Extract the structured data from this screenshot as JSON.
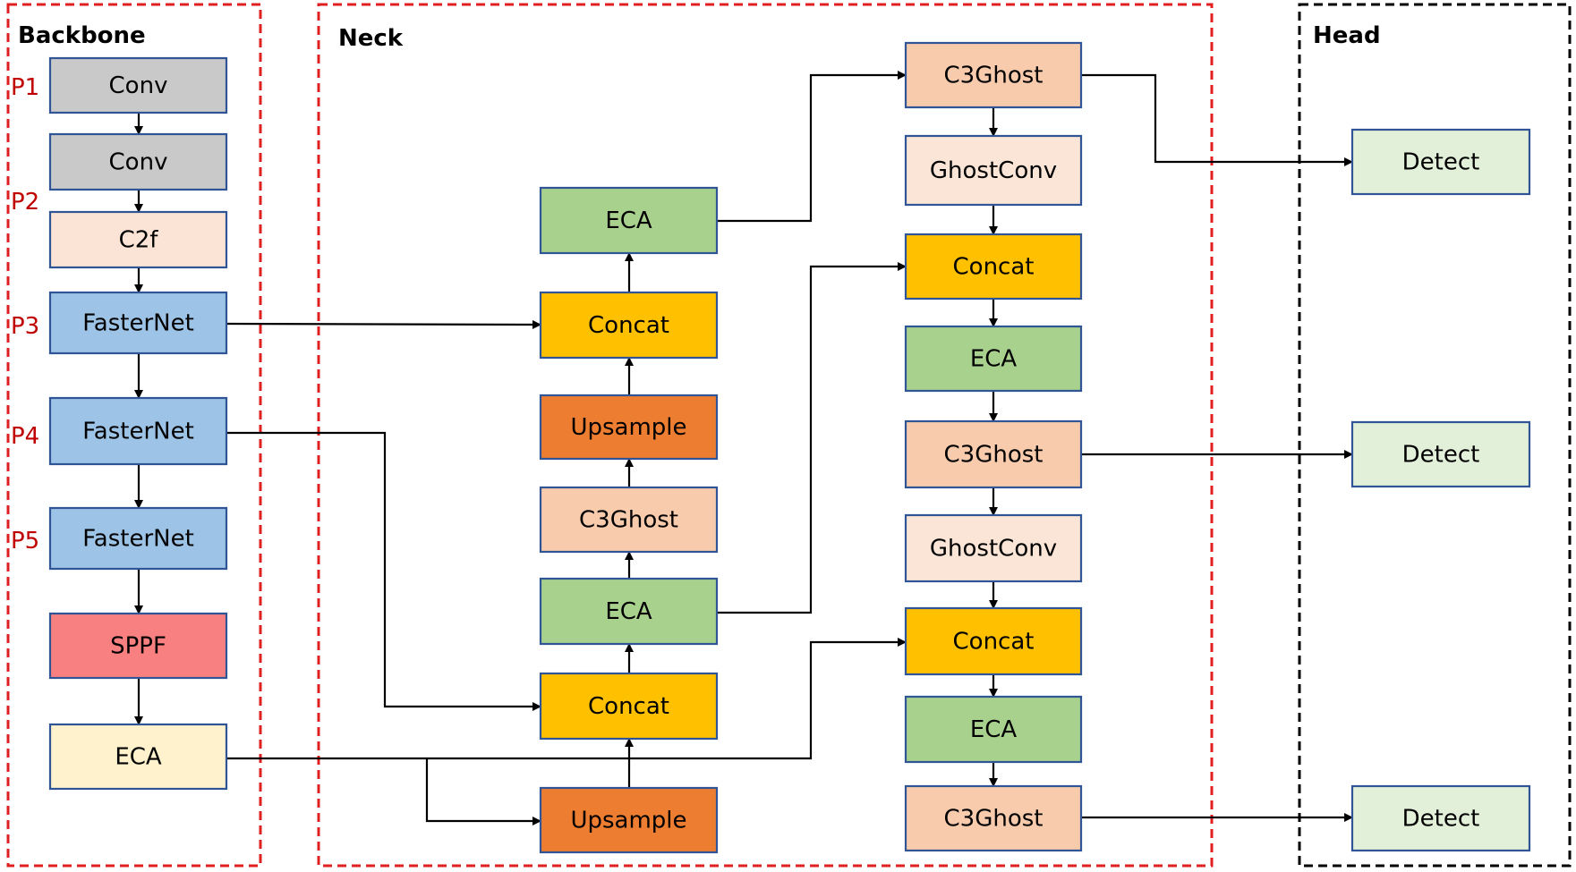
{
  "sections": {
    "backbone": {
      "title": "Backbone",
      "border": "#e02020"
    },
    "neck": {
      "title": "Neck",
      "border": "#e02020"
    },
    "head": {
      "title": "Head",
      "border": "#000000"
    }
  },
  "stage_labels": [
    "P1",
    "P2",
    "P3",
    "P4",
    "P5"
  ],
  "colors": {
    "conv": "#c9c9c9",
    "c2f": "#fbe4d6",
    "fasternet": "#9dc3e6",
    "sppf": "#f98080",
    "eca_backbone": "#fff2cc",
    "eca": "#a9d18e",
    "concat": "#ffc000",
    "upsample": "#ed7d31",
    "c3ghost": "#f8cbad",
    "ghostconv": "#fbe5d6",
    "detect": "#e2efd9",
    "block_border": "#2f5597",
    "arrow": "#000000",
    "stage_label": "#c00000"
  },
  "blocks": {
    "bb_conv1": "Conv",
    "bb_conv2": "Conv",
    "bb_c2f": "C2f",
    "bb_fn3": "FasterNet",
    "bb_fn4": "FasterNet",
    "bb_fn5": "FasterNet",
    "bb_sppf": "SPPF",
    "bb_eca": "ECA",
    "n1_eca_top": "ECA",
    "n1_concat_top": "Concat",
    "n1_upsample_top": "Upsample",
    "n1_c3ghost": "C3Ghost",
    "n1_eca_mid": "ECA",
    "n1_concat_bot": "Concat",
    "n1_upsample_bot": "Upsample",
    "n2_c3ghost_1": "C3Ghost",
    "n2_ghostconv_1": "GhostConv",
    "n2_concat_1": "Concat",
    "n2_eca_1": "ECA",
    "n2_c3ghost_2": "C3Ghost",
    "n2_ghostconv_2": "GhostConv",
    "n2_concat_2": "Concat",
    "n2_eca_2": "ECA",
    "n2_c3ghost_3": "C3Ghost",
    "hd_detect_1": "Detect",
    "hd_detect_2": "Detect",
    "hd_detect_3": "Detect"
  }
}
